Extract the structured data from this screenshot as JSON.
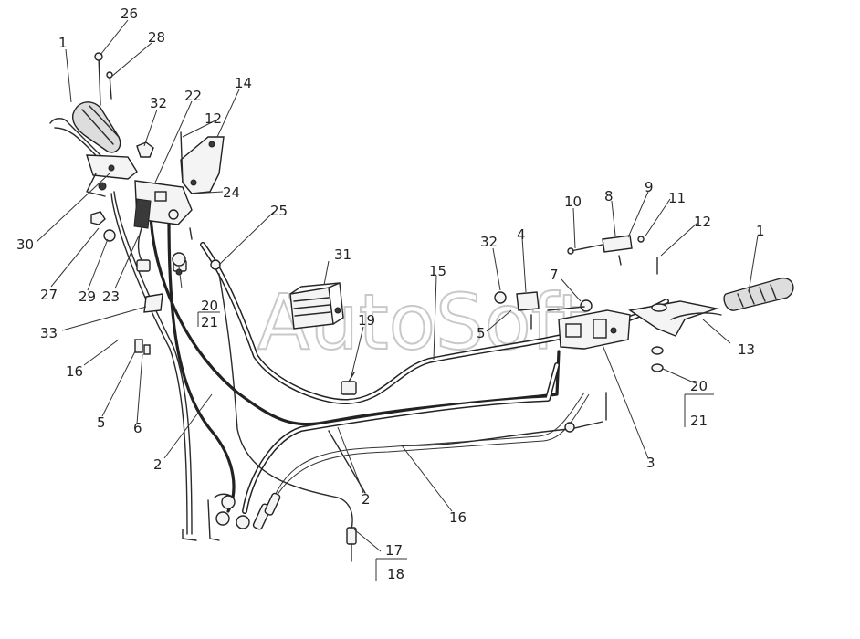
{
  "watermark": "AutoSoft",
  "callouts": [
    {
      "id": "1a",
      "text": "1"
    },
    {
      "id": "26",
      "text": "26"
    },
    {
      "id": "28",
      "text": "28"
    },
    {
      "id": "32a",
      "text": "32"
    },
    {
      "id": "22",
      "text": "22"
    },
    {
      "id": "12a",
      "text": "12"
    },
    {
      "id": "14",
      "text": "14"
    },
    {
      "id": "24",
      "text": "24"
    },
    {
      "id": "25",
      "text": "25"
    },
    {
      "id": "31",
      "text": "31"
    },
    {
      "id": "30",
      "text": "30"
    },
    {
      "id": "27",
      "text": "27"
    },
    {
      "id": "29",
      "text": "29"
    },
    {
      "id": "23",
      "text": "23"
    },
    {
      "id": "20a",
      "text": "20"
    },
    {
      "id": "21a",
      "text": "21"
    },
    {
      "id": "33",
      "text": "33"
    },
    {
      "id": "16a",
      "text": "16"
    },
    {
      "id": "5a",
      "text": "5"
    },
    {
      "id": "6",
      "text": "6"
    },
    {
      "id": "2a",
      "text": "2"
    },
    {
      "id": "2b",
      "text": "2"
    },
    {
      "id": "16b",
      "text": "16"
    },
    {
      "id": "17",
      "text": "17"
    },
    {
      "id": "18",
      "text": "18"
    },
    {
      "id": "19",
      "text": "19"
    },
    {
      "id": "15",
      "text": "15"
    },
    {
      "id": "5b",
      "text": "5"
    },
    {
      "id": "32b",
      "text": "32"
    },
    {
      "id": "4",
      "text": "4"
    },
    {
      "id": "7",
      "text": "7"
    },
    {
      "id": "10",
      "text": "10"
    },
    {
      "id": "8",
      "text": "8"
    },
    {
      "id": "9",
      "text": "9"
    },
    {
      "id": "11",
      "text": "11"
    },
    {
      "id": "12b",
      "text": "12"
    },
    {
      "id": "1b",
      "text": "1"
    },
    {
      "id": "13",
      "text": "13"
    },
    {
      "id": "20b",
      "text": "20"
    },
    {
      "id": "21b",
      "text": "21"
    },
    {
      "id": "3",
      "text": "3"
    }
  ]
}
